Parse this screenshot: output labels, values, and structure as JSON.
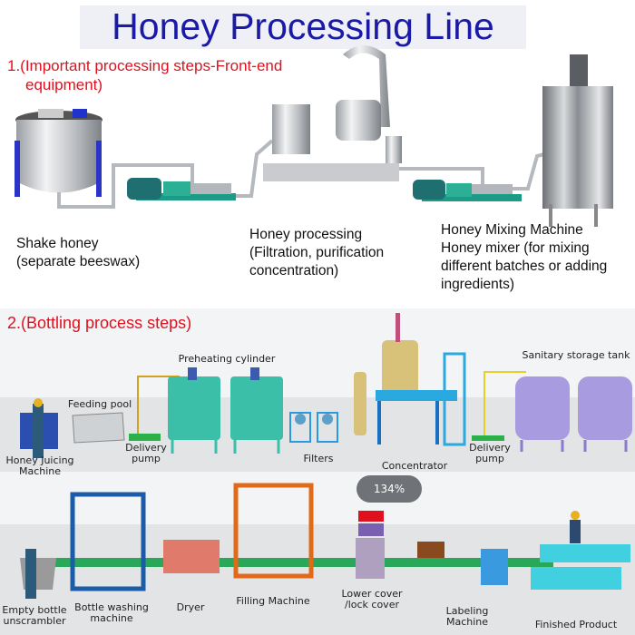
{
  "title": "Honey Processing Line",
  "section1": {
    "heading_line1": "1.(Important processing steps-Front-end",
    "heading_line2": "equipment)",
    "steps": [
      {
        "line1": "Shake honey",
        "line2": "(separate beeswax)"
      },
      {
        "line1": "Honey processing",
        "line2": "(Filtration, purification",
        "line3": "concentration)"
      },
      {
        "line1": "Honey Mixing Machine",
        "line2": "Honey mixer (for mixing",
        "line3": "different batches or adding",
        "line4": "ingredients)"
      }
    ]
  },
  "section2": {
    "heading": "2.(Bottling process steps)",
    "row1": [
      {
        "line1": "Honey Juicing",
        "line2": "Machine"
      },
      {
        "line1": "Feeding pool"
      },
      {
        "line1": "Delivery",
        "line2": "pump"
      },
      {
        "line1": "Preheating cylinder"
      },
      {
        "line1": "Filters"
      },
      {
        "line1": "Concentrator"
      },
      {
        "line1": "Delivery",
        "line2": "pump"
      },
      {
        "line1": "Sanitary storage tank"
      }
    ],
    "row2": [
      {
        "line1": "Empty bottle",
        "line2": "unscrambler"
      },
      {
        "line1": "Bottle washing",
        "line2": "machine"
      },
      {
        "line1": "Dryer"
      },
      {
        "line1": "Filling Machine"
      },
      {
        "line1": "Lower cover",
        "line2": "/lock cover"
      },
      {
        "line1": "Labeling",
        "line2": "Machine"
      },
      {
        "line1": "Finished Product"
      }
    ]
  },
  "zoom_indicator": "134%",
  "colors": {
    "title": "#1a1aa6",
    "section_heading": "#e0101e",
    "preheating_tank": "#3cbfa8",
    "storage_tank": "#a99be0",
    "concentrator": "#d8c27a",
    "platform": "#2aa8e0"
  }
}
